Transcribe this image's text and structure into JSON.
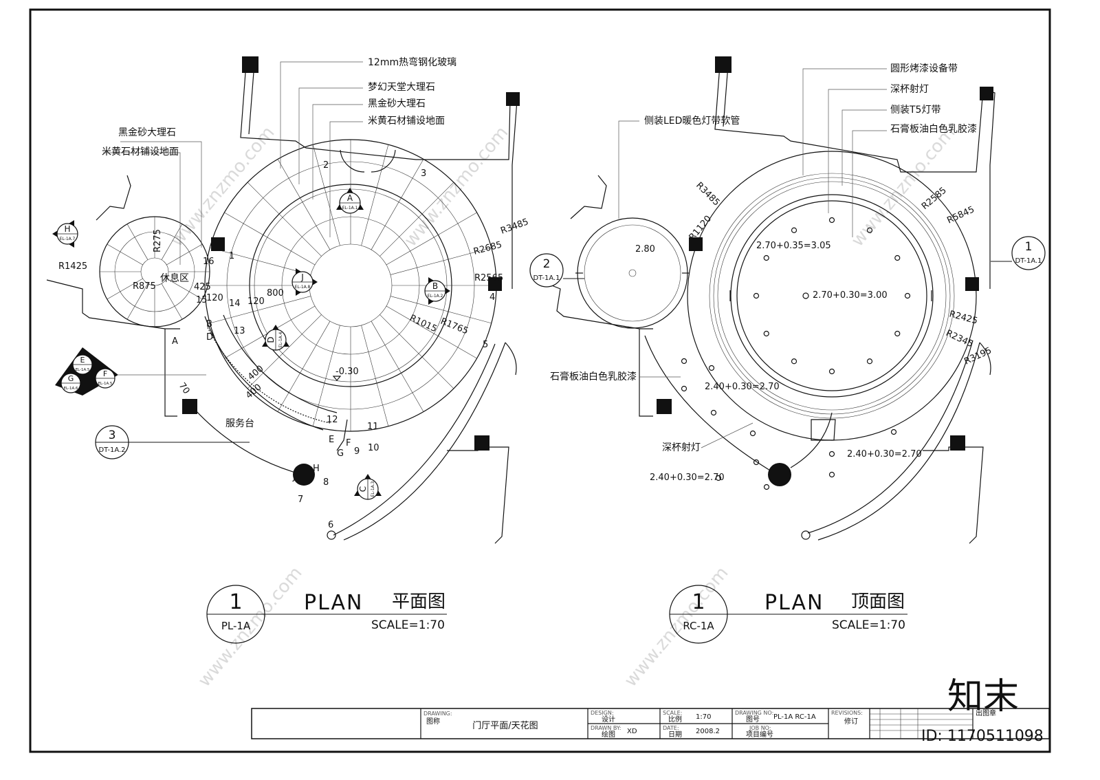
{
  "left_plan": {
    "notes": [
      "12mm热弯钢化玻璃",
      "梦幻天堂大理石",
      "黑金砂大理石",
      "米黄石材铺设地面"
    ],
    "left_notes": [
      "黑金砂大理石",
      "米黄石材铺设地面"
    ],
    "room_label": "休息区",
    "counter_label": "服务台",
    "level": "-0.30",
    "dims": [
      "R3485",
      "R2685",
      "R2565",
      "R1765",
      "R1015",
      "R1425",
      "R875",
      "R275",
      "425",
      "120",
      "120",
      "800",
      "400",
      "400",
      "70"
    ],
    "points": [
      "1",
      "2",
      "3",
      "4",
      "5",
      "6",
      "7",
      "8",
      "9",
      "10",
      "11",
      "12",
      "13",
      "14",
      "15",
      "16"
    ],
    "letters": [
      "A",
      "B",
      "D",
      "J",
      "H",
      "G",
      "F",
      "E"
    ],
    "elev_markers": [
      {
        "letter": "A",
        "ref": "EL-1A.1"
      },
      {
        "letter": "B",
        "ref": "EL-1A.2"
      },
      {
        "letter": "C",
        "ref": "EL-1A.3"
      },
      {
        "letter": "D",
        "ref": "EL-1A.4"
      },
      {
        "letter": "J",
        "ref": "EL-1A.8"
      },
      {
        "letter": "H",
        "ref": "EL-1A.7"
      },
      {
        "letter": "E",
        "ref": "EL-1A.5"
      },
      {
        "letter": "F",
        "ref": "EL-1A.5"
      },
      {
        "letter": "G",
        "ref": "EL-1A.6"
      }
    ],
    "section_marker": {
      "num": "3",
      "ref": "DT-1A.2"
    },
    "caption": {
      "num": "1",
      "ref": "PL-1A",
      "word": "PLAN",
      "cn": "平面图",
      "scale": "SCALE=1:70"
    }
  },
  "right_plan": {
    "notes": [
      "圆形烤漆设备带",
      "深杯射灯",
      "侧装T5灯带",
      "石膏板油白色乳胶漆"
    ],
    "left_note": "侧装LED暖色灯带软管",
    "ceiling_note": "石膏板油白色乳胶漆",
    "spot_note": "深杯射灯",
    "heights": [
      "2.80",
      "2.70+0.35=3.05",
      "2.70+0.30=3.00",
      "2.40+0.30=2.70",
      "2.40+0.30=2.70",
      "2.40+0.30=2.70"
    ],
    "dims": [
      "R3485",
      "R1120",
      "R2585",
      "R5845",
      "R2425",
      "R2345",
      "R3195"
    ],
    "marker_left": {
      "num": "2",
      "ref": "DT-1A.1"
    },
    "marker_right": {
      "num": "1",
      "ref": "DT-1A.1"
    },
    "caption": {
      "num": "1",
      "ref": "RC-1A",
      "word": "PLAN",
      "cn": "顶面图",
      "scale": "SCALE=1:70"
    }
  },
  "title_block": {
    "drawing_en": "DRAWING:",
    "drawing_cn": "图称",
    "drawing_name": "门厅平面/天花图",
    "design_en": "DESIGN:",
    "design_cn": "设计",
    "drawn_en": "DRAWN BY:",
    "drawn_cn": "绘图",
    "drawn_value": "XD",
    "scale_en": "SCALE:",
    "scale_cn": "比例",
    "scale_value": "1:70",
    "date_en": "DATE:",
    "date_cn": "日期",
    "date_value": "2008.2",
    "drawing_no_en": "DRAWING NO:",
    "drawing_no_cn": "图号",
    "drawing_no_value": "PL-1A RC-1A",
    "job_no_en": "JOB NO:",
    "job_no_cn": "项目编号",
    "revisions_en": "REVISIONS:",
    "revisions_cn": "修订",
    "stamp_cn": "出图章"
  },
  "watermark": {
    "text": "www.znzmo.com",
    "brand": "知末",
    "id": "ID: 1170511098"
  }
}
